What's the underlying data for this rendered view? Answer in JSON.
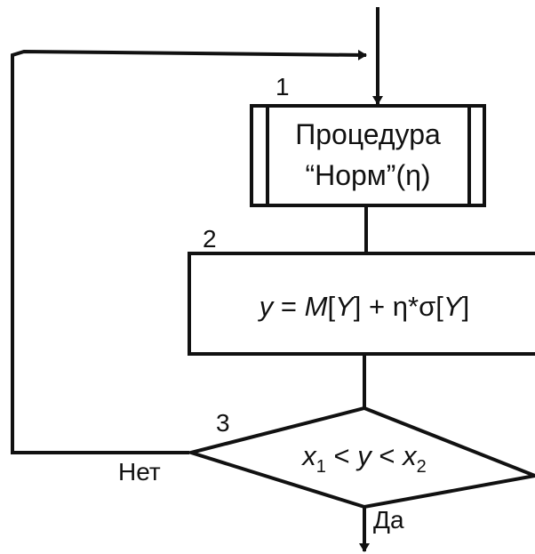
{
  "flowchart": {
    "blocks": [
      {
        "number": "1",
        "kind": "predefined-process",
        "line1": "Процедура",
        "line2": "“Норм”(η)"
      },
      {
        "number": "2",
        "kind": "process",
        "formula": {
          "y": "y",
          "eq": "=",
          "M": "M",
          "lb1": "[",
          "Y1": "Y",
          "rb1": "]",
          "plus": "+",
          "eta": "η",
          "star": "*",
          "sigma": "σ",
          "lb2": "[",
          "Y2": "Y",
          "rb2": "]"
        }
      },
      {
        "number": "3",
        "kind": "decision",
        "condition": {
          "x1": "x",
          "sub1": "1",
          "lt1": "<",
          "y": "y",
          "lt2": "<",
          "x2": "x",
          "sub2": "2"
        },
        "no_label": "Нет",
        "yes_label": "Да"
      }
    ]
  }
}
